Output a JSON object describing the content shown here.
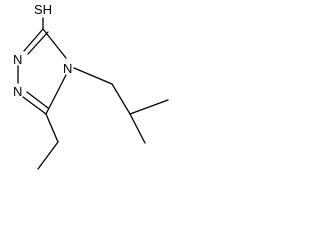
{
  "molecule": {
    "atoms": {
      "sh": "SH",
      "n1": "N",
      "n2": "N",
      "n4": "N"
    }
  },
  "colors": {
    "bond": "#000000",
    "label": "#000000",
    "background": "#ffffff"
  }
}
